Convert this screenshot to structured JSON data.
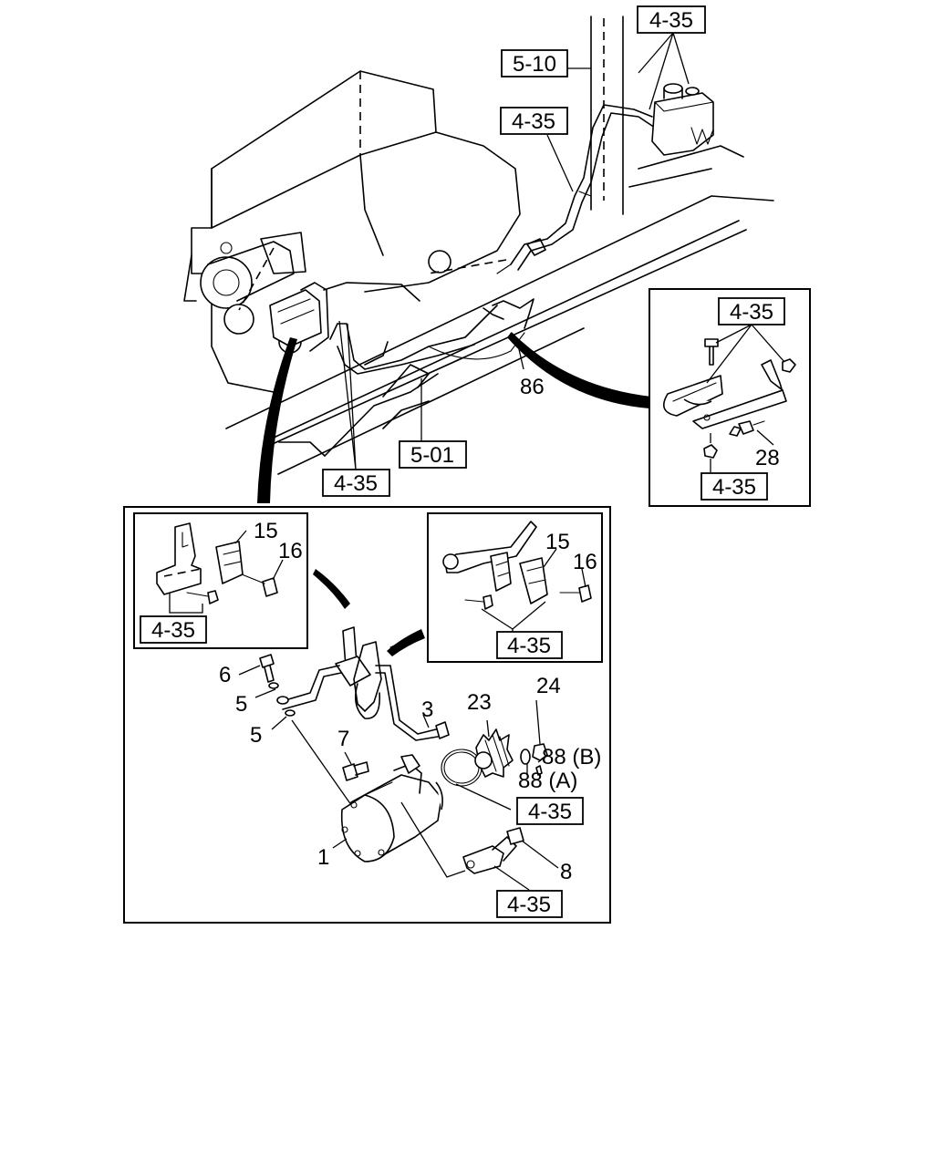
{
  "callouts": {
    "c1": "1",
    "c3": "3",
    "c5a": "5",
    "c5b": "5",
    "c6": "6",
    "c7": "7",
    "c8": "8",
    "c15a": "15",
    "c15b": "15",
    "c16a": "16",
    "c16b": "16",
    "c23": "23",
    "c24": "24",
    "c28": "28",
    "c86": "86",
    "c88a": "88 (A)",
    "c88b": "88 (B)"
  },
  "refs": {
    "r435_top": "4-35",
    "r510": "5-10",
    "r435_upper": "4-35",
    "r501": "5-01",
    "r435_mid": "4-35",
    "r435_detail_top": "4-35",
    "r435_detail_bottom": "4-35",
    "r435_inset_left": "4-35",
    "r435_inset_right": "4-35",
    "r435_pump": "4-35",
    "r435_bracket": "4-35"
  }
}
